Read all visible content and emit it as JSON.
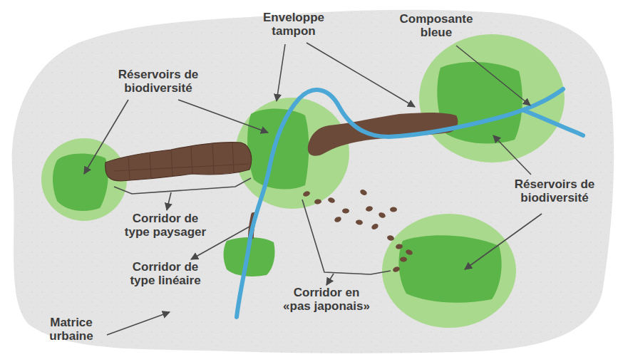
{
  "diagram": {
    "labels": [
      "Enveloppe tampon",
      "Composante bleue",
      "Réservoirs de biodiversité",
      "Corridor de type paysager",
      "Réservoirs de biodiversité",
      "Corridor de type linéaire",
      "Corridor en «pas japonais»",
      "Matrice urbaine"
    ]
  }
}
